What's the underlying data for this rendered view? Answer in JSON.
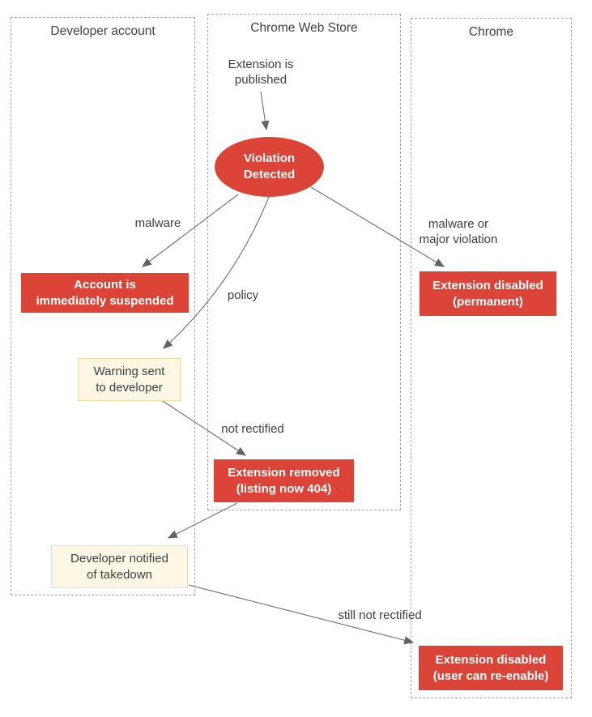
{
  "colors": {
    "node-red": "#DB4437",
    "cream-bg": "#FDF7E3",
    "cream-border": "#F2DE9C",
    "text-dark": "#3C4043",
    "text-white": "#FFFFFF",
    "line-gray": "#6E6E6E",
    "arrow-head": "#5F6368",
    "lane-border": "#A6A6A6",
    "lane-title": "#424242"
  },
  "lanes": [
    {
      "id": "developer-account",
      "label": "Developer account"
    },
    {
      "id": "chrome-web-store",
      "label": "Chrome Web Store"
    },
    {
      "id": "chrome",
      "label": "Chrome"
    }
  ],
  "nodes": [
    {
      "id": "extension-published",
      "type": "text",
      "label": "Extension is\npublished"
    },
    {
      "id": "violation-detected",
      "type": "ellipse",
      "label": "Violation\nDetected"
    },
    {
      "id": "account-suspended",
      "type": "red-box",
      "label": "Account is\nimmediately suspended"
    },
    {
      "id": "extension-disabled-permanent",
      "type": "red-box",
      "label": "Extension disabled\n(permanent)"
    },
    {
      "id": "warning-sent",
      "type": "cream-box",
      "label": "Warning sent\nto developer"
    },
    {
      "id": "extension-removed",
      "type": "red-box",
      "label": "Extension removed\n(listing now 404)"
    },
    {
      "id": "developer-notified",
      "type": "cream-box",
      "label": "Developer notified\nof takedown"
    },
    {
      "id": "extension-disabled-reenable",
      "type": "red-box",
      "label": "Extension disabled\n(user can re-enable)"
    }
  ],
  "edge_labels": [
    {
      "id": "malware",
      "label": "malware"
    },
    {
      "id": "policy",
      "label": "policy"
    },
    {
      "id": "malware-or-major-violation",
      "label": "malware or\nmajor violation"
    },
    {
      "id": "not-rectified",
      "label": "not rectified"
    },
    {
      "id": "still-not-rectified",
      "label": "still not rectified"
    }
  ]
}
